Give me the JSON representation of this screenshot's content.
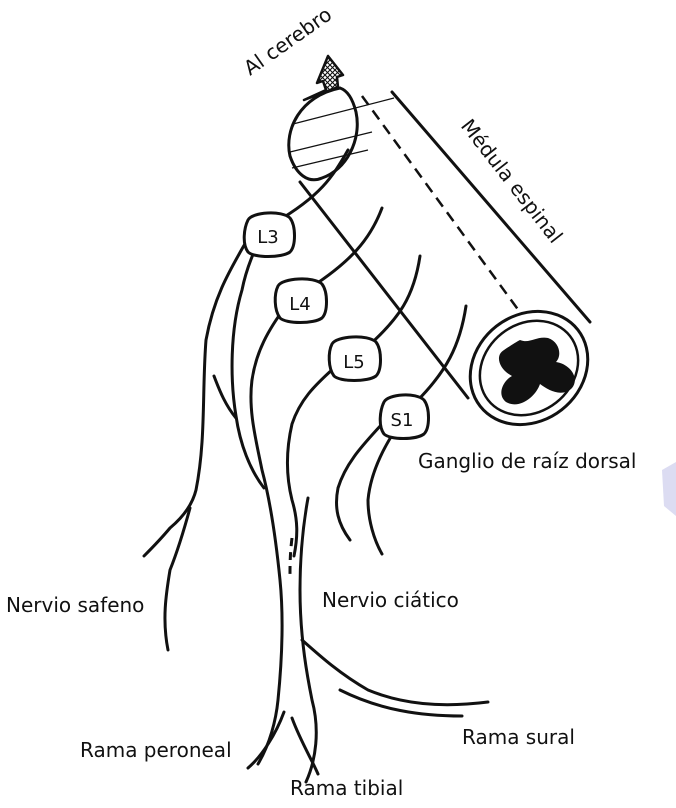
{
  "labels": {
    "al_cerebro": "Al cerebro",
    "medula_espinal": "Médula espinal",
    "ganglio": "Ganglio de raíz dorsal",
    "nervio_safeno": "Nervio safeno",
    "nervio_ciatico": "Nervio ciático",
    "rama_peroneal": "Rama peroneal",
    "rama_sural": "Rama sural",
    "rama_tibial": "Rama tibial"
  },
  "segments": [
    "L3",
    "L4",
    "L5",
    "S1"
  ],
  "colors": {
    "ink": "#111111",
    "paper": "#ffffff",
    "edge_tint": "#dcdcf2"
  }
}
